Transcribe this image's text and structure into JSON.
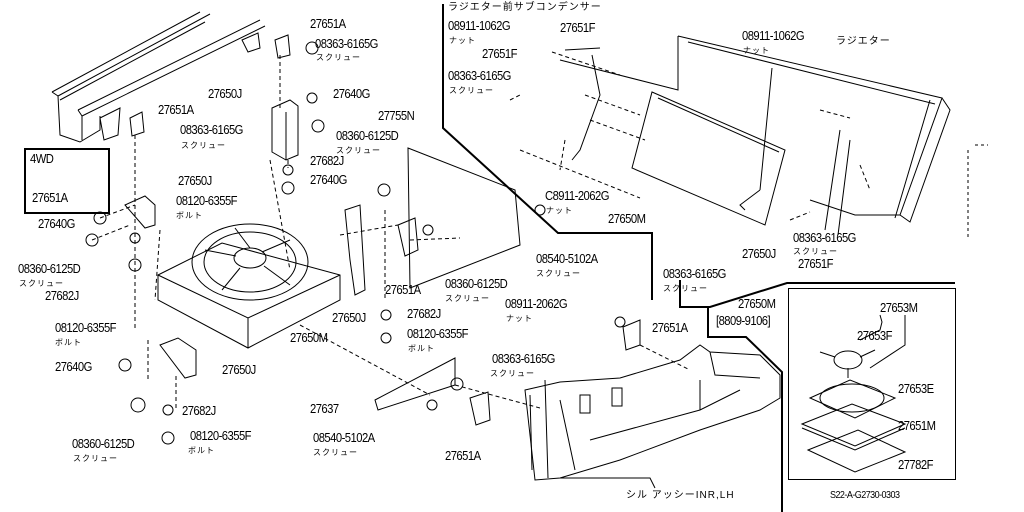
{
  "diagram": {
    "code": "S22-A-G2730-0303",
    "group_4wd": {
      "title": "4WD",
      "part": "27651A"
    },
    "labels": [
      "27651A",
      "08363-6165G",
      "27650J",
      "27640G",
      "27651A",
      "08363-6165G",
      "08360-6125D",
      "27755N",
      "27682J",
      "27640G",
      "27650J",
      "08120-6355F",
      "27640G",
      "08360-6125D",
      "27682J",
      "08120-6355F",
      "27640G",
      "27650J",
      "27682J",
      "08360-6125D",
      "08120-6355F",
      "27650M",
      "27651A",
      "27650J",
      "27682J",
      "08120-6355F",
      "08360-6125D",
      "27637",
      "08540-5102A",
      "08363-6165G",
      "27651A",
      "08911-2062G",
      "27651A",
      "08540-5102A",
      "08911-1062G",
      "27651F",
      "27651F",
      "08363-6165G",
      "C8911-2062G",
      "27650M",
      "08911-1062G",
      "08363-6165G",
      "27650J",
      "27651F",
      "08363-6165G",
      "27650M",
      "[8809-9106]",
      "27653M",
      "27653F",
      "27653E",
      "27651M",
      "27782F"
    ],
    "subs": {
      "screw": "スクリュー",
      "bolt": "ボルト",
      "nut": "ナット"
    },
    "names": {
      "sub_condenser": "ラジエター前サブコンデンサー",
      "radiator": "ラジエター",
      "sill": "シル アッシーINR,LH"
    }
  }
}
